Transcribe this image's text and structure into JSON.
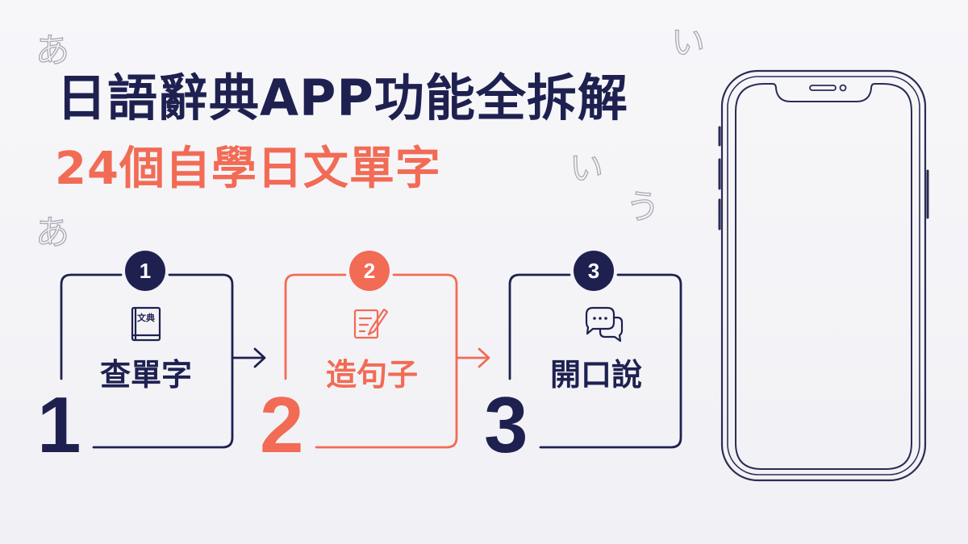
{
  "title": {
    "main": "日語辭典APP功能全拆解",
    "sub": "24個自學日文單字"
  },
  "decorations": {
    "kana": [
      "あ",
      "い",
      "い",
      "う",
      "あ"
    ]
  },
  "steps": [
    {
      "number": "1",
      "badge": "1",
      "label": "查單字",
      "icon": "dictionary-book-icon",
      "icon_text": "文典",
      "color": "#1e2150"
    },
    {
      "number": "2",
      "badge": "2",
      "label": "造句子",
      "icon": "note-pencil-icon",
      "color": "#f26b55"
    },
    {
      "number": "3",
      "badge": "3",
      "label": "開口說",
      "icon": "chat-bubbles-icon",
      "color": "#1e2150"
    }
  ],
  "colors": {
    "navy": "#1e2150",
    "coral": "#f26b55",
    "phone_outline": "#2a2d55"
  }
}
